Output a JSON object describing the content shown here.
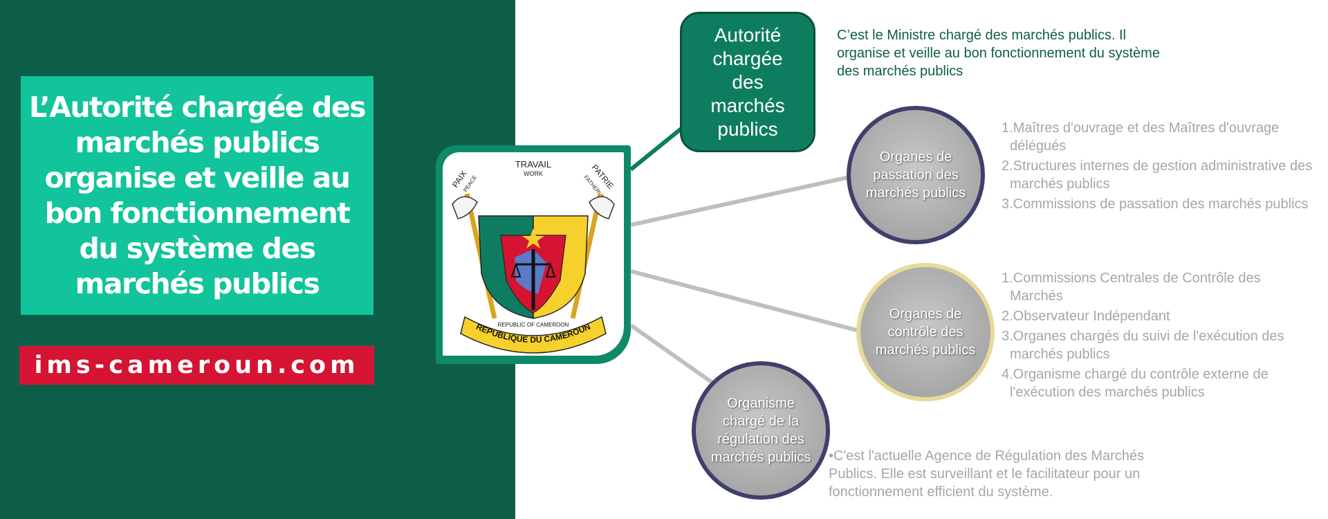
{
  "left_panel": {
    "title": "L’Autorité chargée des marchés publics organise et veille au bon fonctionnement du système des marchés publics",
    "website": "ims-cameroun.com"
  },
  "emblem": {
    "top_motto": "TRAVAIL",
    "top_motto_en": "WORK",
    "left_motto": "PAIX",
    "left_motto_en": "PEACE",
    "right_motto": "PATRIE",
    "right_motto_en": "FATHERLAND",
    "ribbon_small": "REPUBLIC OF CAMEROON",
    "ribbon_large": "REPUBLIQUE DU CAMEROUN"
  },
  "authority": {
    "label": "Autorité chargée des marchés publics",
    "description": "C’est le Ministre chargé des marchés publics. Il organise et veille au bon fonctionnement du système des marchés publics"
  },
  "nodes": [
    {
      "label": "Organes de passation des marchés publics",
      "items": [
        "1.Maîtres d'ouvrage et des Maîtres d'ouvrage délégués",
        "2.Structures internes de gestion administrative des marchés publics",
        "3.Commissions de passation des marchés publics"
      ]
    },
    {
      "label": "Organes de contrôle des marchés publics",
      "items": [
        "1.Commissions Centrales de Contrôle des Marchés",
        "2.Observateur Indépendant",
        "3.Organes chargés du suivi de l'exécution des marchés publics",
        "4.Organisme chargé du contrôle externe de l'exécution des marchés publics"
      ]
    },
    {
      "label": "Organisme chargé de la régulation des marchés publics",
      "description": "•C'est l'actuelle Agence de Régulation des Marchés Publics. Elle est surveillant et le facilitateur pour un fonctionnement efficient du système."
    }
  ],
  "colors": {
    "panel_green": "#0d5e48",
    "title_teal": "#12c49b",
    "site_red": "#d41432",
    "authority_green": "#0e7d5f",
    "node_gray": "#a8a8a8",
    "text_gray": "#a6a6a6"
  }
}
